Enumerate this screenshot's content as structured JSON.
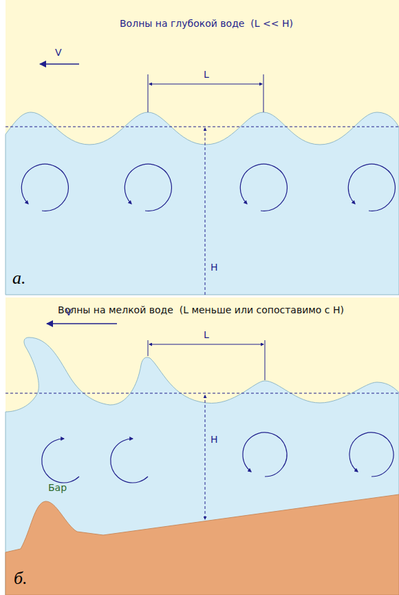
{
  "diagram": {
    "labels": [
      "Волны на глубокой воде  (L << H)",
      "V",
      "L",
      "H",
      "а.",
      "Волны на мелкой воде  (L меньше или сопоставимо с H)",
      "V",
      "L",
      "H",
      "Бар",
      "б."
    ]
  }
}
